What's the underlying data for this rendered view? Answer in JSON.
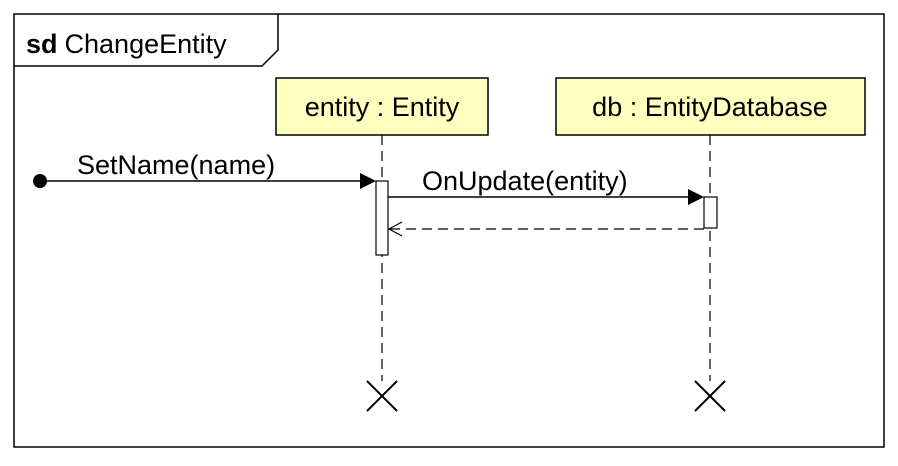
{
  "frame": {
    "keyword": "sd",
    "name": "ChangeEntity"
  },
  "lifelines": [
    {
      "id": "entity",
      "label": "entity : Entity"
    },
    {
      "id": "db",
      "label": "db : EntityDatabase"
    }
  ],
  "messages": [
    {
      "id": "setname",
      "label": "SetName(name)",
      "kind": "found-synchronous",
      "from": "found",
      "to": "entity"
    },
    {
      "id": "onupdate",
      "label": "OnUpdate(entity)",
      "kind": "synchronous",
      "from": "entity",
      "to": "db"
    },
    {
      "id": "return",
      "label": "",
      "kind": "reply",
      "from": "db",
      "to": "entity"
    }
  ],
  "colors": {
    "lifeline_head_fill": "#ffffc0",
    "stroke": "#000000",
    "background": "#ffffff"
  }
}
